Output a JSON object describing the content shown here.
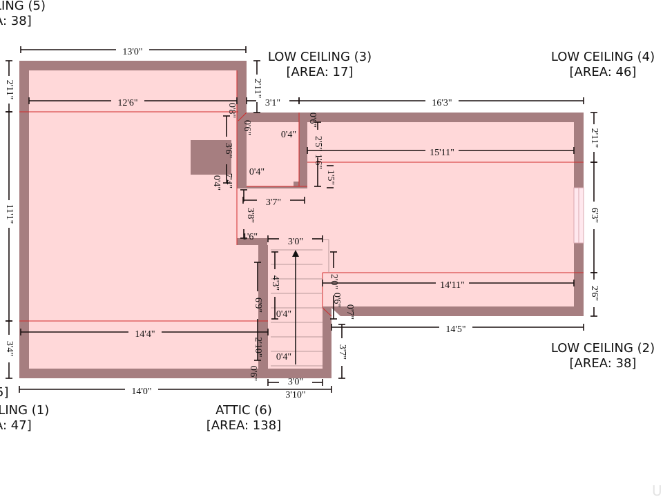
{
  "colors": {
    "wall": "#a67e80",
    "floor": "#ffd8d9",
    "red_line": "#d22a2a",
    "dim_line": "#1a1010",
    "window": "#ffe8ee"
  },
  "rooms": [
    {
      "name": "LING (5)",
      "area": "A: 38]"
    },
    {
      "name": "LOW CEILING (3)",
      "area": "[AREA: 17]"
    },
    {
      "name": "LOW CEILING (4)",
      "area": "[AREA: 46]"
    },
    {
      "name": "LOW CEILING (2)",
      "area": "[AREA: 38]"
    },
    {
      "name": "ILING (1)",
      "area": "A: 47]"
    },
    {
      "name": "ATTIC (6)",
      "area": "[AREA: 138]"
    },
    {
      "name": ")",
      "area": "5]"
    }
  ],
  "dimensions": [
    "13'0\"",
    "12'6\"",
    "3'1\"",
    "16'3\"",
    "15'11\"",
    "3'7\"",
    "3'0\"",
    "14'11\"",
    "14'4\"",
    "14'5\"",
    "14'0\"",
    "3'0\"",
    "3'10\"",
    "0'4\"",
    "0'4\"",
    "1'6\"",
    "0'4\"",
    "0'4\"",
    "2'11\"",
    "11'1\"",
    "3'4\"",
    "2'11\"",
    "0'6\"",
    "0'8\"",
    "3'6\"",
    "7'4\"",
    "0'4\"",
    "3'8\"",
    "0'6\"",
    "2'5\"",
    "1'6\"",
    "1'5\"",
    "4'3\"",
    "6'9\"",
    "2'10\"",
    "0'6\"",
    "2'0\"",
    "0'6\"",
    "0'7\"",
    "3'7\"",
    "2'11\"",
    "6'3\"",
    "2'6\""
  ],
  "watermark": "U"
}
